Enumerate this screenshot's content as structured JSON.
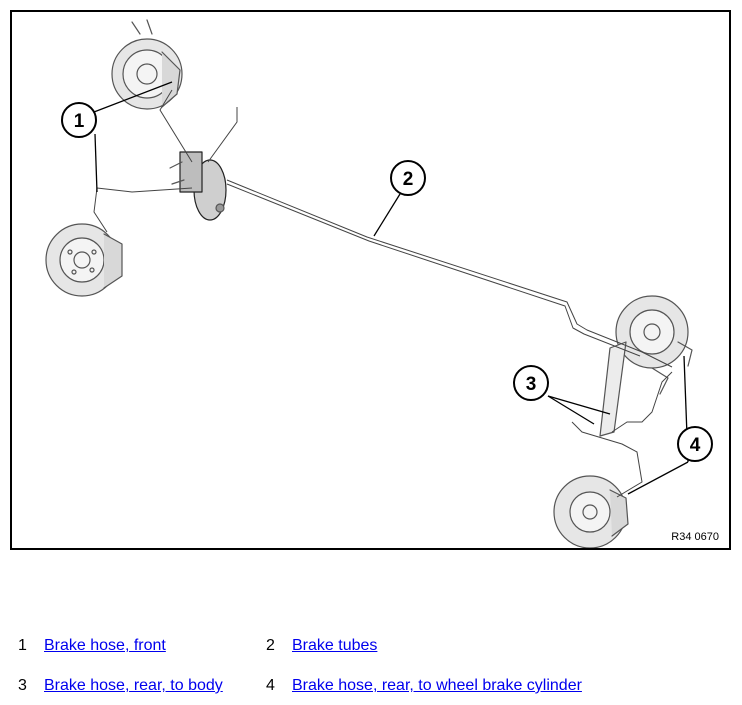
{
  "figure": {
    "code": "R34 0670",
    "callouts": [
      "1",
      "2",
      "3",
      "4"
    ]
  },
  "legend": [
    {
      "number": "1",
      "label": "Brake hose, front"
    },
    {
      "number": "2",
      "label": "Brake tubes"
    },
    {
      "number": "3",
      "label": "Brake hose, rear, to body"
    },
    {
      "number": "4",
      "label": "Brake hose, rear, to wheel brake cylinder"
    }
  ]
}
